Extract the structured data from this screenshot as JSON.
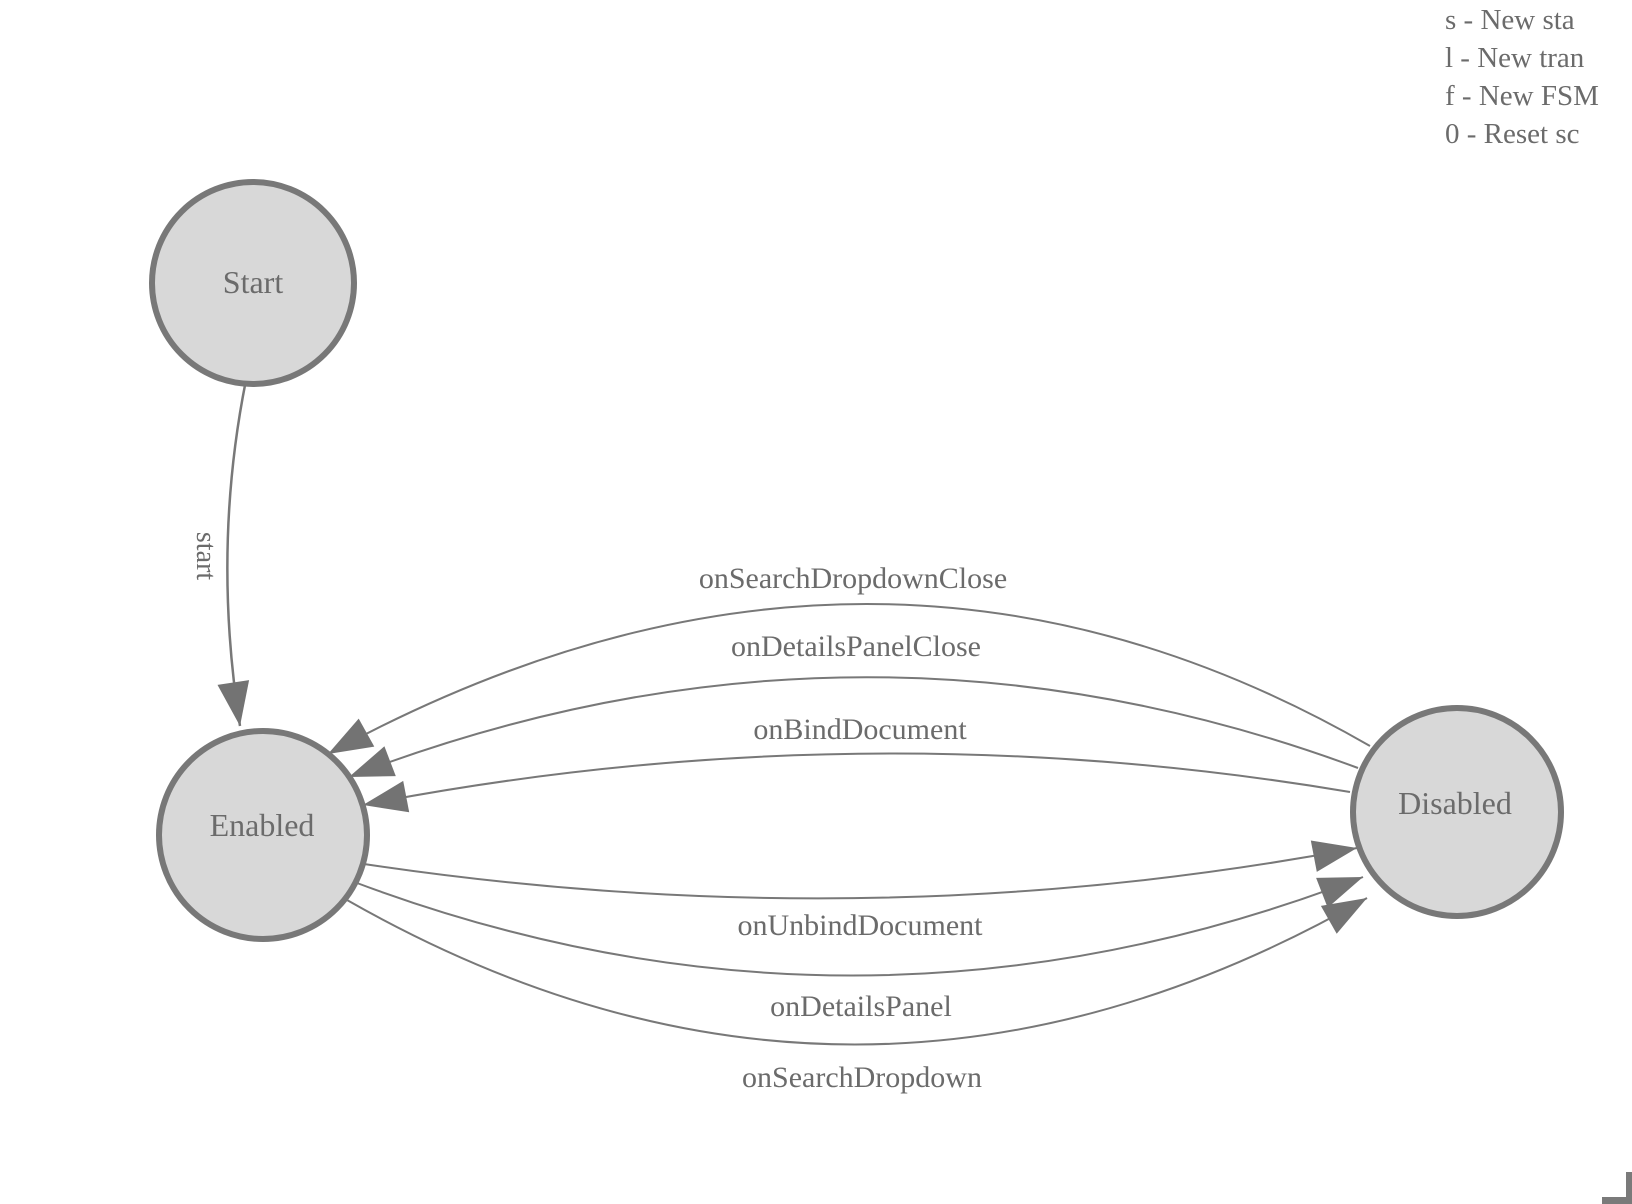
{
  "diagram": {
    "type": "finite-state-machine",
    "colors": {
      "background": "#ffffff",
      "node_fill": "#d8d8d8",
      "node_stroke": "#787878",
      "edge_stroke": "#787878",
      "arrow_fill": "#737373",
      "text": "#6b6b6b"
    },
    "nodes": [
      {
        "id": "start",
        "label": "Start"
      },
      {
        "id": "enabled",
        "label": "Enabled"
      },
      {
        "id": "disabled",
        "label": "Disabled"
      }
    ],
    "edges": [
      {
        "label": "start",
        "from": "Start",
        "to": "Enabled"
      },
      {
        "label": "onSearchDropdownClose",
        "from": "Disabled",
        "to": "Enabled"
      },
      {
        "label": "onDetailsPanelClose",
        "from": "Disabled",
        "to": "Enabled"
      },
      {
        "label": "onBindDocument",
        "from": "Disabled",
        "to": "Enabled"
      },
      {
        "label": "onUnbindDocument",
        "from": "Enabled",
        "to": "Disabled"
      },
      {
        "label": "onDetailsPanel",
        "from": "Enabled",
        "to": "Disabled"
      },
      {
        "label": "onSearchDropdown",
        "from": "Enabled",
        "to": "Disabled"
      }
    ]
  },
  "legend": {
    "lines": [
      "s - New sta",
      "l - New tran",
      "f - New FSM",
      "0 - Reset sc"
    ]
  }
}
